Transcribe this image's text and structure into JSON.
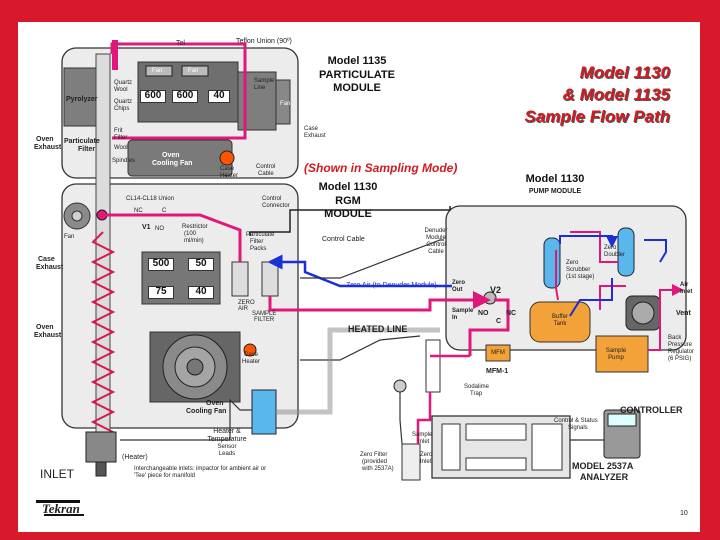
{
  "title": {
    "line1": "Model 1130",
    "line2": "& Model 1135",
    "line3": "Sample Flow Path",
    "sub": "(Shown in Sampling Mode)"
  },
  "modules": {
    "m1135": [
      "Model 1135",
      "PARTICULATE",
      "MODULE"
    ],
    "m1130rgm": [
      "Model 1130",
      "RGM",
      "MODULE"
    ],
    "m1130pump": [
      "Model 1130",
      "PUMP MODULE"
    ],
    "controller": "CONTROLLER",
    "analyzer": [
      "MODEL 2537A",
      "ANALYZER"
    ],
    "inlet": "INLET",
    "heated_line": "HEATED LINE"
  },
  "labels": {
    "tel": "Tel",
    "teflon_union": "Teflon Union (90º)",
    "fan1": "Fan",
    "fan2": "Fan",
    "quartz_wool": [
      "Quartz",
      "Wool"
    ],
    "pyrolyzer": "Pyrolyzer",
    "quartz_chips": [
      "Quartz",
      "Chips"
    ],
    "sample_line": [
      "Sample",
      "Line"
    ],
    "fan_right": "Fan",
    "oven_exhaust_top": [
      "Oven",
      "Exhaust"
    ],
    "particulate_filter": [
      "Particulate",
      "Filter"
    ],
    "frit_filter": [
      "Frit",
      "Filter"
    ],
    "wool": "Wool",
    "spindles": "Spindles",
    "oven_cooling_fan_top": [
      "Oven",
      "Cooling Fan"
    ],
    "case_heater_top": [
      "Case",
      "Heater"
    ],
    "control_cable_top": [
      "Control",
      "Cable"
    ],
    "case_exhaust_top": [
      "Case",
      "Exhaust"
    ],
    "union": "CL14-CL18 Union",
    "control_connector": [
      "Control",
      "Connector"
    ],
    "fan_left": "Fan",
    "v1": "V1",
    "v1_no": "NO",
    "v1_nc": "NC",
    "v1_c": "C",
    "restrictor": [
      "Restrictor",
      "(100",
      "ml/min)"
    ],
    "particulate_filter_packs": [
      "Particulate",
      "Filter",
      "Packs"
    ],
    "case_exhaust_mid": [
      "Case",
      "Exhaust"
    ],
    "zero_air_label": [
      "ZERO",
      "AIR"
    ],
    "sample_filter_label": [
      "SAMPLE",
      "FILTER"
    ],
    "oven_exhaust_mid": [
      "Oven",
      "Exhaust"
    ],
    "case_heater_mid": [
      "Case",
      "Heater"
    ],
    "oven_cooling_fan_mid": [
      "Oven",
      "Cooling Fan"
    ],
    "heater_sensor": [
      "Heater &",
      "Temperature",
      "Sensor",
      "Leads"
    ],
    "heater_tag": "(Heater)",
    "interchangeable": [
      "Interchangeable inlets: impactor for ambient air or",
      "'Tee' piece for manifold"
    ],
    "control_cable_mid": "Control Cable",
    "denuder_cable": [
      "Denuder",
      "Module",
      "Control",
      "Cable"
    ],
    "zero_air_denuder": "Zero Air (to Denuder Module)",
    "zero_out": [
      "Zero",
      "Out"
    ],
    "sample_in": [
      "Sample",
      "In"
    ],
    "v2": "V2",
    "v2_no": "NO",
    "v2_nc": "NC",
    "v2_c": "C",
    "zero_scrubber": [
      "Zero",
      "Scrubber",
      "(1st stage)"
    ],
    "zero_doubler": [
      "Zero",
      "Doubler"
    ],
    "air_inlet": [
      "Air",
      "Inlet"
    ],
    "vent": "Vent",
    "buffer_tank": [
      "Buffer",
      "Tank"
    ],
    "back_pressure": [
      "Back",
      "Pressure",
      "Regulator",
      "(6 PSIG)"
    ],
    "sample_pump": [
      "Sample",
      "Pump"
    ],
    "mfm": "MFM-1",
    "mfm_box": "MFM",
    "soda_lime": [
      "Sodalime",
      "Trap"
    ],
    "control_status": [
      "Control & Status",
      "Signals"
    ],
    "sample_inlet": [
      "Sample",
      "Inlet"
    ],
    "zero_filter": [
      "Zero Filter",
      "(provided",
      "with 2537A)"
    ],
    "zero_inlet": [
      "Zero",
      "Inlet"
    ],
    "company": "Tekran",
    "page_number": "10"
  },
  "values": {
    "top_600a": "600",
    "top_600b": "600",
    "top_40": "40",
    "mid_500": "500",
    "mid_50": "50",
    "mid_75": "75",
    "mid_40": "40"
  },
  "colors": {
    "border": "#d8182b",
    "title_red": "#d11a22",
    "flow_pink": "#e0187a",
    "zero_blue": "#1a2fd6",
    "tank_orange": "#f3a23a",
    "module_bg": "#ececec"
  }
}
